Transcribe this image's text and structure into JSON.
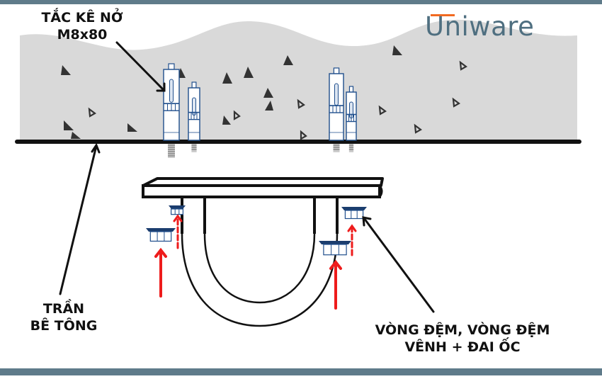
{
  "brand": {
    "logo_text": "Uniware",
    "logo_color": "#4f6f80",
    "accent_color": "#f26a21"
  },
  "labels": {
    "anchor_bolt": [
      "TẮC KÊ NỞ",
      "M8x80"
    ],
    "concrete_ceiling": [
      "TRẦN",
      "BÊ TÔNG"
    ],
    "washer_nut": [
      "VÒNG ĐỆM, VÒNG ĐỆM",
      "VÊNH + ĐAI ỐC"
    ]
  },
  "colors": {
    "frame_bar": "#5f7b8a",
    "concrete_fill": "#d9d9d9",
    "aggregate": "#333333",
    "anchor_outline": "#1f4e8c",
    "washer_fill": "#1b3d6e",
    "arrow_red": "#ee1c1c",
    "line": "#111111"
  }
}
